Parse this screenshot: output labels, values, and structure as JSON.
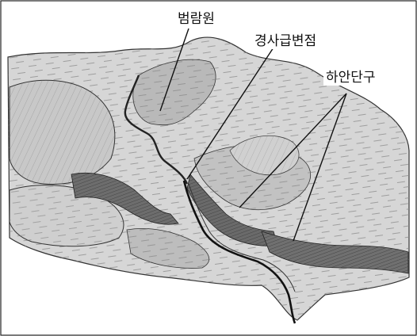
{
  "labels": {
    "floodplain": "범람원",
    "scarp": "경사급변점",
    "terrace": "하안단구"
  }
}
